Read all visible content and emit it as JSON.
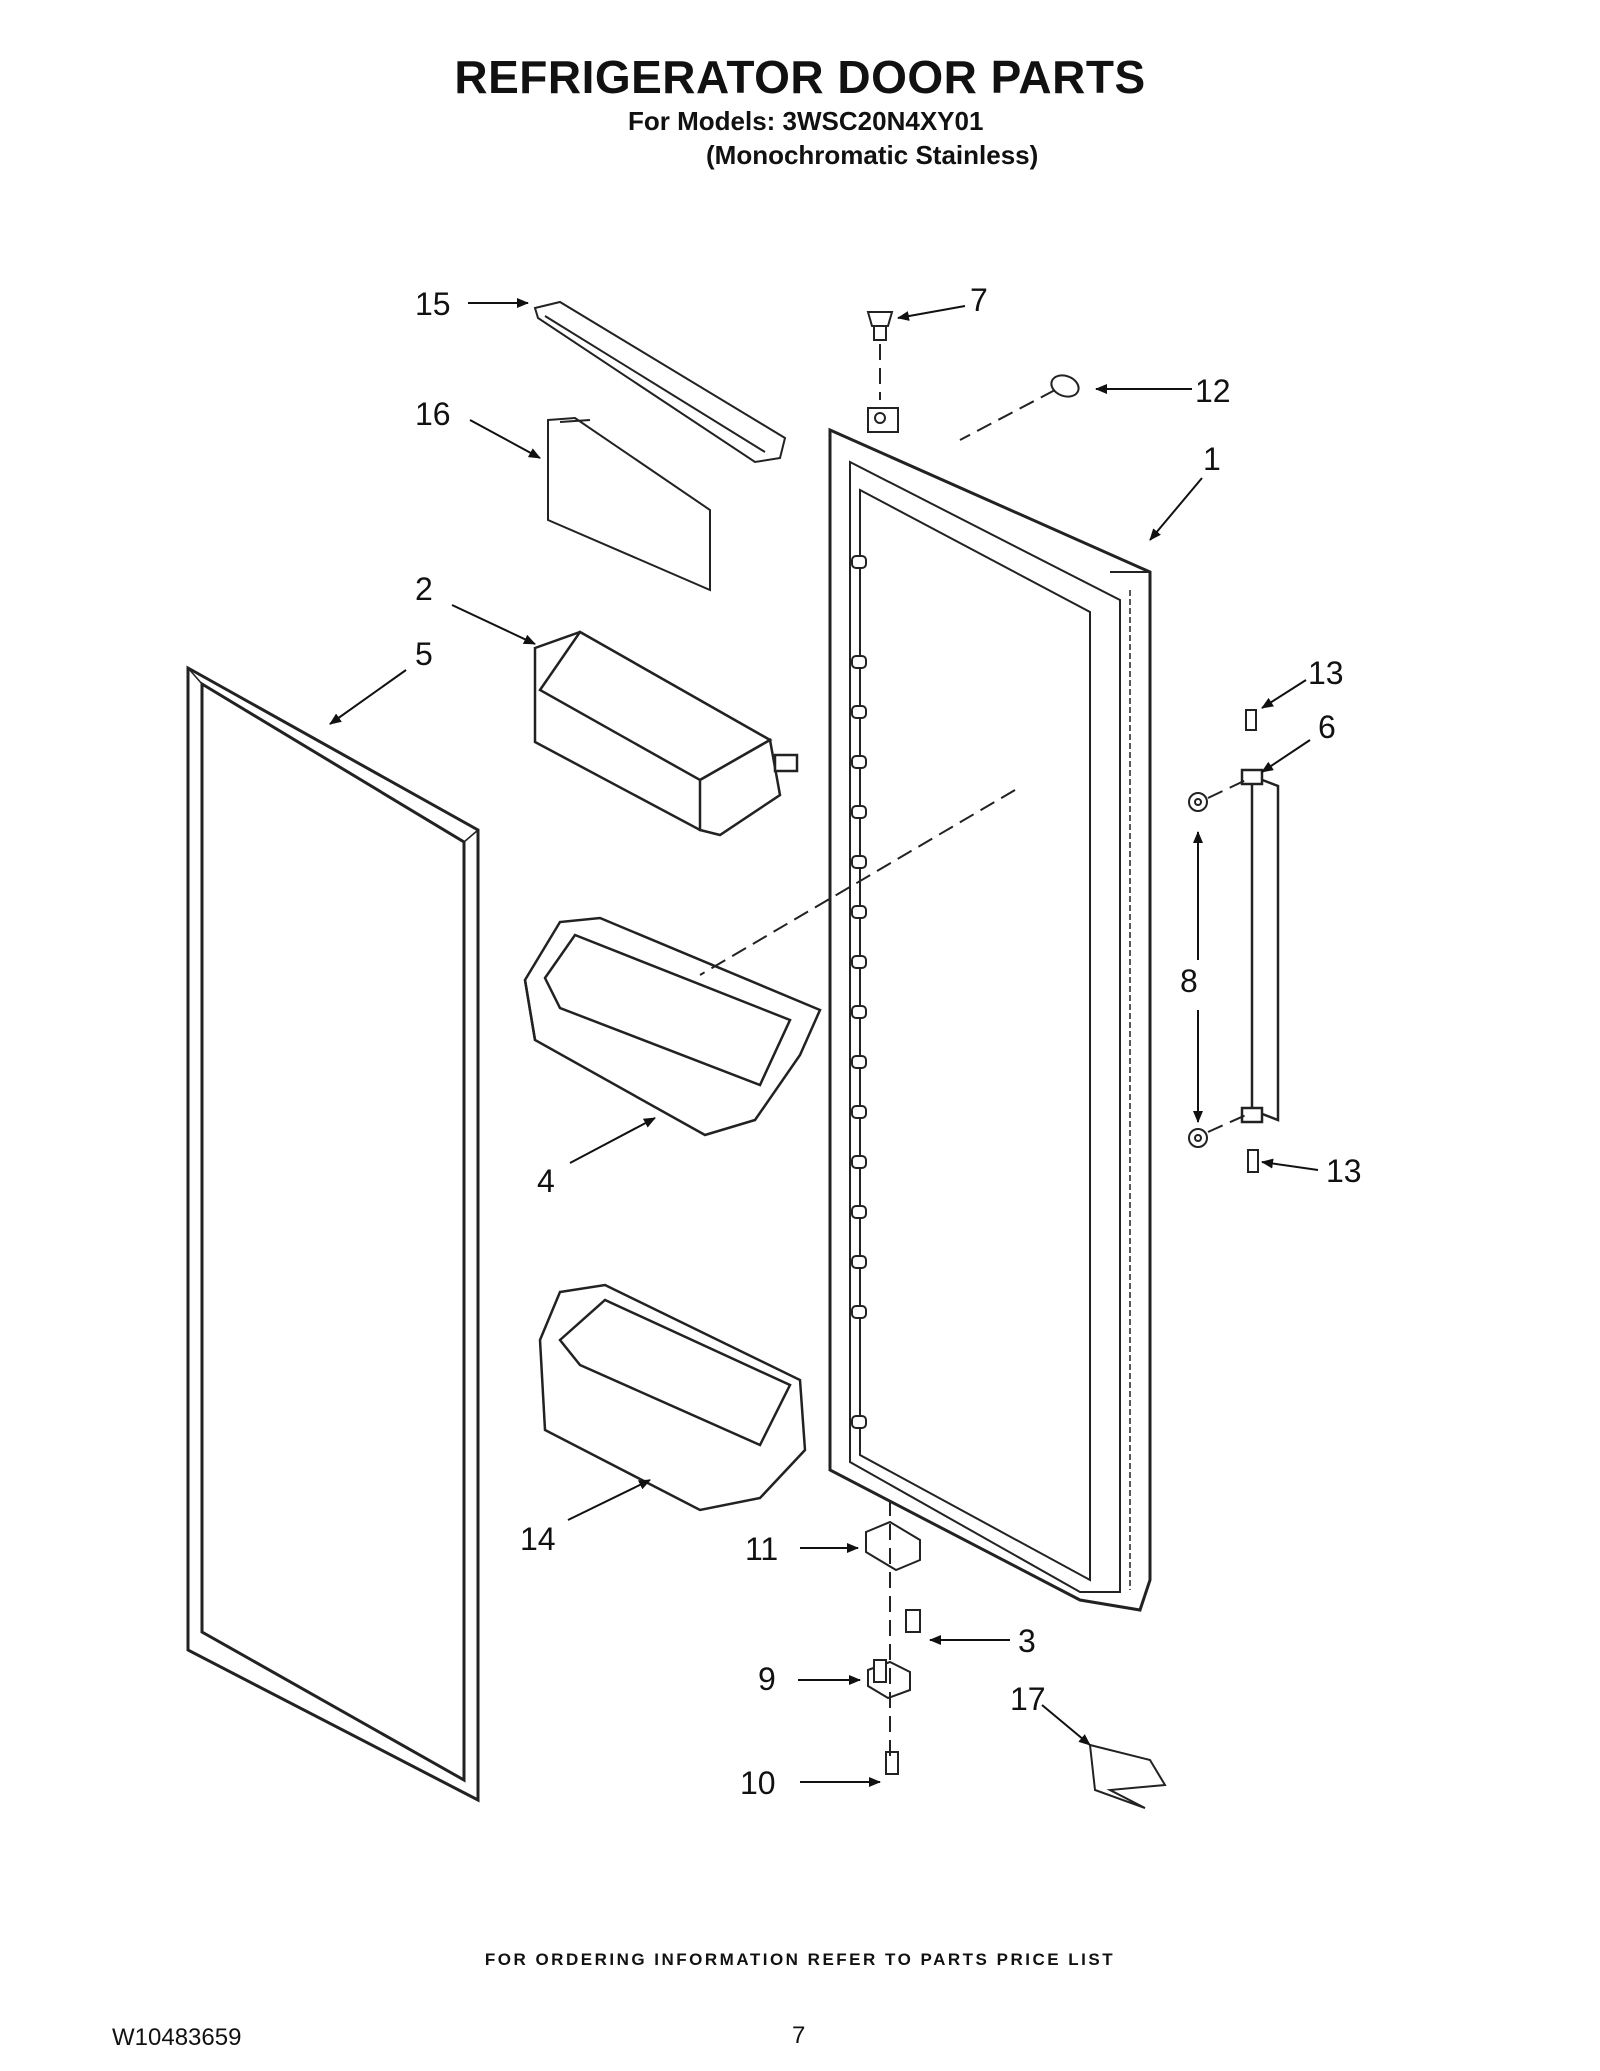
{
  "header": {
    "title": "REFRIGERATOR DOOR PARTS",
    "models_line": "For Models: 3WSC20N4XY01",
    "variant_line": "(Monochromatic Stainless)"
  },
  "callouts": [
    "1",
    "2",
    "3",
    "4",
    "5",
    "6",
    "7",
    "8",
    "9",
    "10",
    "11",
    "12",
    "13",
    "13",
    "14",
    "15",
    "16",
    "17"
  ],
  "footer": {
    "ordering_note": "FOR ORDERING INFORMATION REFER TO PARTS PRICE LIST",
    "document_number": "W10483659",
    "page_number": "7"
  }
}
